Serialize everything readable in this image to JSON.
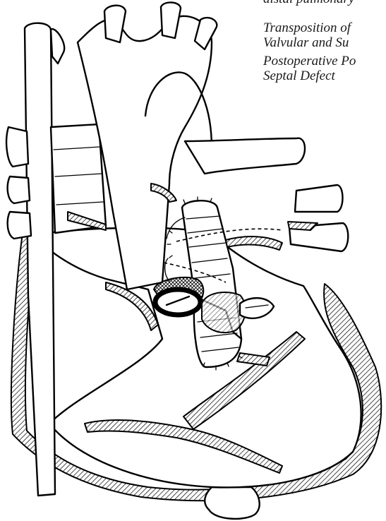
{
  "captions": [
    "distal pulmonary",
    "Transposition of",
    "Valvular and Su",
    "Postoperative Po",
    "Septal Defect"
  ]
}
